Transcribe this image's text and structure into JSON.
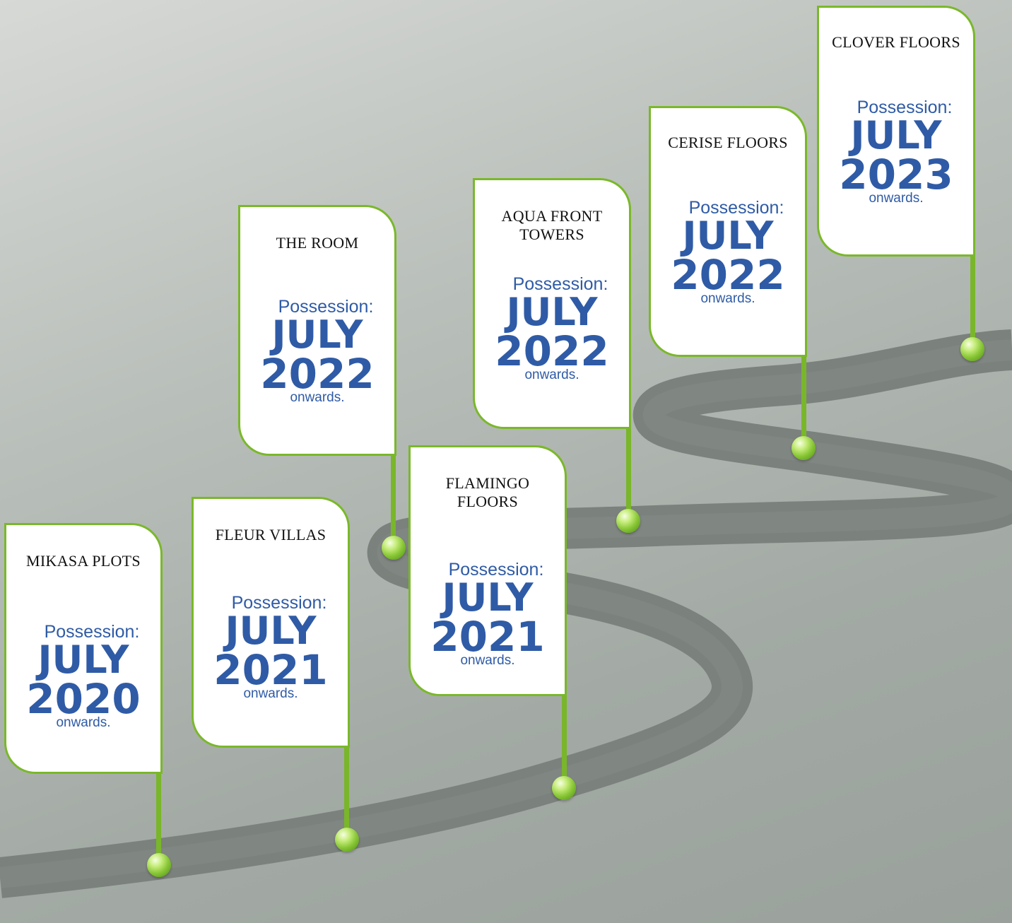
{
  "milestones": [
    {
      "name": "MIKASA PLOTS",
      "label": "Possession:",
      "month": "JULY",
      "year": "2020",
      "suffix": "onwards."
    },
    {
      "name": "FLEUR VILLAS",
      "label": "Possession:",
      "month": "JULY",
      "year": "2021",
      "suffix": "onwards."
    },
    {
      "name": "THE ROOM",
      "label": "Possession:",
      "month": "JULY",
      "year": "2022",
      "suffix": "onwards."
    },
    {
      "name": "FLAMINGO FLOORS",
      "label": "Possession:",
      "month": "JULY",
      "year": "2021",
      "suffix": "onwards."
    },
    {
      "name": "AQUA FRONT TOWERS",
      "label": "Possession:",
      "month": "JULY",
      "year": "2022",
      "suffix": "onwards."
    },
    {
      "name": "CERISE FLOORS",
      "label": "Possession:",
      "month": "JULY",
      "year": "2022",
      "suffix": "onwards."
    },
    {
      "name": "CLOVER FLOORS",
      "label": "Possession:",
      "month": "JULY",
      "year": "2023",
      "suffix": "onwards."
    }
  ],
  "colors": {
    "flag_border": "#7ab82a",
    "possession_text": "#2f5ba6",
    "road": "#7b817d"
  }
}
